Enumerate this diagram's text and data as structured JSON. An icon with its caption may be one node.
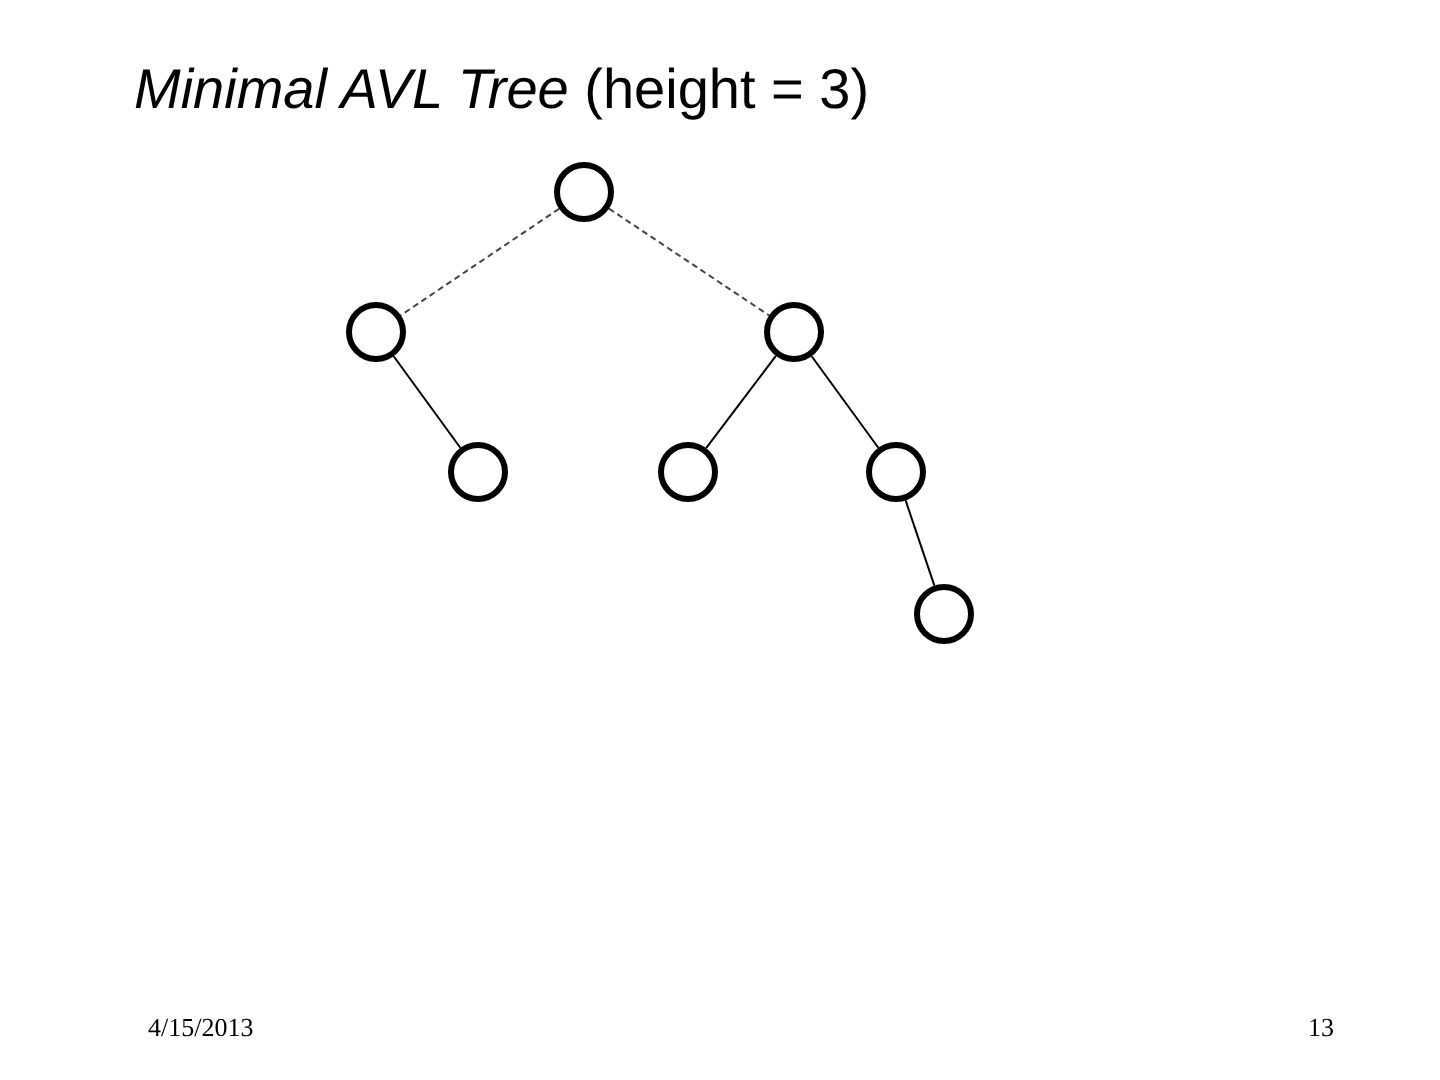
{
  "diagram": {
    "title": "*Minimal AVL Tree* (height = 3)",
    "nodes": [
      {
        "text": [],
        "shape": "circle"
      },
      {
        "text": [],
        "shape": "circle"
      },
      {
        "text": [],
        "shape": "circle"
      },
      {
        "text": [],
        "shape": "circle"
      },
      {
        "text": [],
        "shape": "circle"
      },
      {
        "text": [],
        "shape": "circle"
      },
      {
        "text": [],
        "shape": "circle"
      }
    ],
    "edges": [
      {
        "from": 0,
        "to": 1,
        "arrow": "none",
        "style": "dashed"
      },
      {
        "from": 0,
        "to": 2,
        "arrow": "none",
        "style": "dashed"
      },
      {
        "from": 1,
        "to": 3,
        "arrow": "none"
      },
      {
        "from": 2,
        "to": 4,
        "arrow": "none"
      },
      {
        "from": 2,
        "to": 5,
        "arrow": "none"
      },
      {
        "from": 5,
        "to": 6,
        "arrow": "none"
      }
    ],
    "labels": [
      "4/15/2013",
      "13"
    ]
  }
}
